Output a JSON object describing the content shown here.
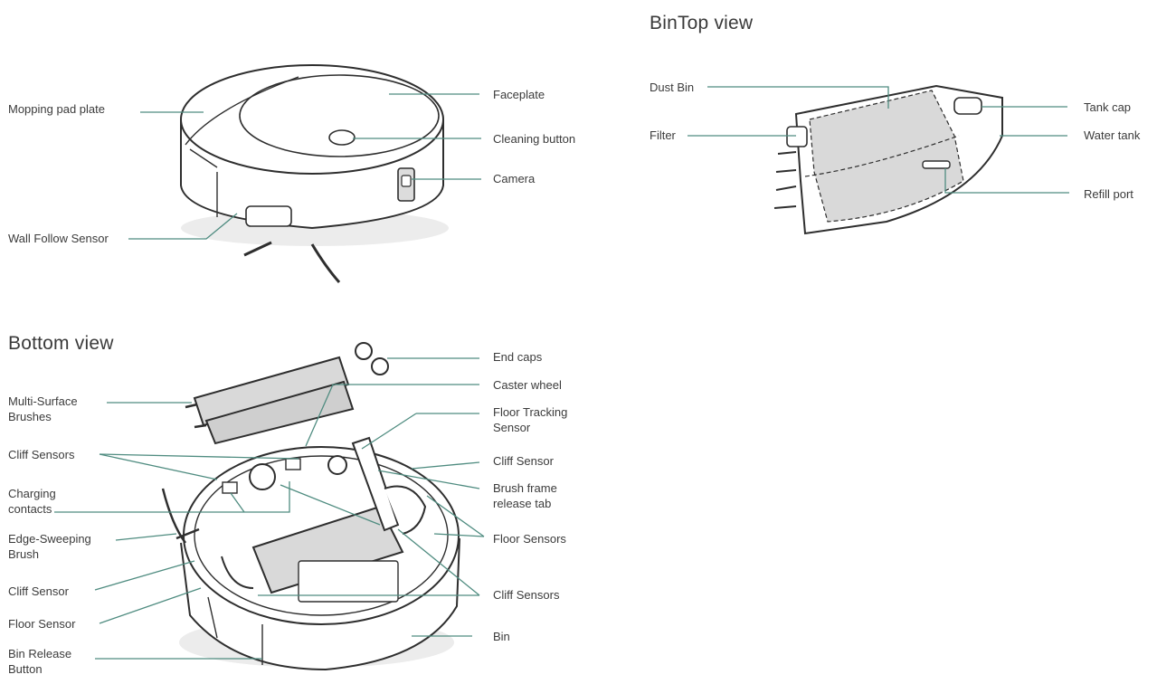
{
  "headings": {
    "bin": "BinTop view",
    "bottom": "Bottom view"
  },
  "top_labels": {
    "mopping": "Mopping pad plate",
    "faceplate": "Faceplate",
    "cleaning_button": "Cleaning button",
    "camera": "Camera",
    "wall_follow": "Wall Follow Sensor"
  },
  "bin_labels": {
    "dust_bin": "Dust Bin",
    "filter": "Filter",
    "tank_cap": "Tank cap",
    "water_tank": "Water tank",
    "refill_port": "Refill port"
  },
  "bottom_labels": {
    "multi_surface_1": "Multi-Surface",
    "multi_surface_2": "Brushes",
    "cliff_sensors_left": "Cliff Sensors",
    "charging_1": "Charging",
    "charging_2": "contacts",
    "edge_1": "Edge-Sweeping",
    "edge_2": "Brush",
    "cliff_sensor_left": "Cliff Sensor",
    "floor_sensor_left": "Floor Sensor",
    "bin_release_1": "Bin Release",
    "bin_release_2": "Button",
    "end_caps": "End caps",
    "caster_wheel": "Caster wheel",
    "floor_tracking_1": "Floor Tracking",
    "floor_tracking_2": "Sensor",
    "cliff_sensor_right": "Cliff Sensor",
    "brush_frame_1": "Brush frame",
    "brush_frame_2": "release tab",
    "floor_sensors_right": "Floor Sensors",
    "cliff_sensors_right": "Cliff Sensors",
    "bin": "Bin"
  },
  "colors": {
    "leader": "#4f8c80",
    "outline": "#2e2e2e",
    "fill_grey": "#d9d9d9"
  }
}
